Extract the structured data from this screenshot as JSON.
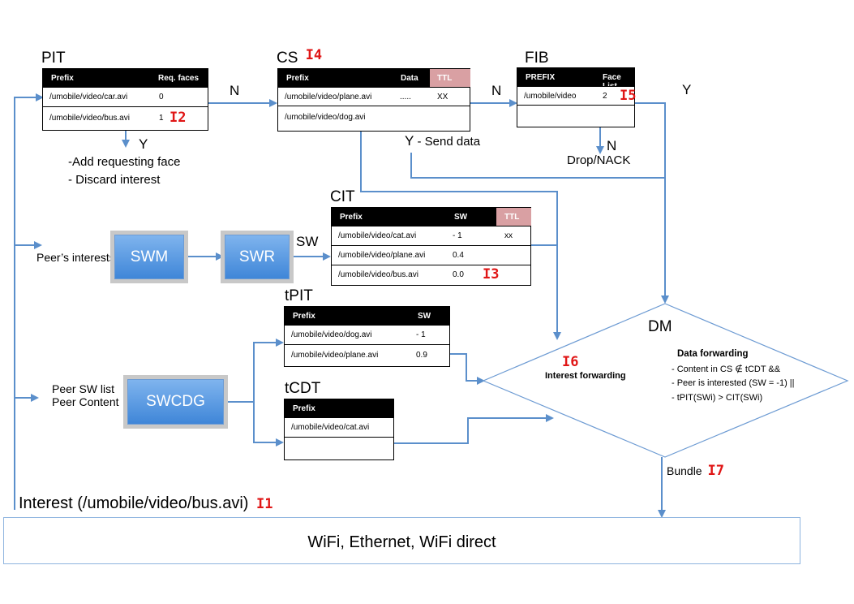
{
  "pit": {
    "title": "PIT",
    "headers": [
      "Prefix",
      "Req. faces"
    ],
    "rows": [
      {
        "prefix": "/umobile/video/car.avi",
        "value": "0"
      },
      {
        "prefix": "/umobile/video/bus.avi",
        "value": "1"
      }
    ],
    "tag": "I2",
    "decision_yes": "Y",
    "decision_no": "N",
    "actions": [
      "-Add requesting face",
      "- Discard interest"
    ]
  },
  "cs": {
    "title": "CS",
    "tag": "I4",
    "headers": [
      "Prefix",
      "Data",
      "TTL"
    ],
    "rows": [
      {
        "prefix": "/umobile/video/plane.avi",
        "data": ".....",
        "ttl": "XX"
      },
      {
        "prefix": "/umobile/video/dog.avi",
        "data": "",
        "ttl": ""
      }
    ],
    "decision_no": "N",
    "decision_yes": "Y",
    "send_data": " - Send data"
  },
  "fib": {
    "title": "FIB",
    "headers": [
      "PREFIX",
      "Face List"
    ],
    "rows": [
      {
        "prefix": "/umobile/video",
        "value": "2"
      }
    ],
    "tag": "I5",
    "decision_yes": "Y",
    "decision_no": "N",
    "drop": "Drop/NACK"
  },
  "cit": {
    "title": "CIT",
    "headers": [
      "Prefix",
      "SW",
      "TTL"
    ],
    "rows": [
      {
        "prefix": "/umobile/video/cat.avi",
        "sw": "- 1",
        "ttl": "xx"
      },
      {
        "prefix": "/umobile/video/plane.avi",
        "sw": "0.4",
        "ttl": ""
      },
      {
        "prefix": "/umobile/video/bus.avi",
        "sw": "0.0",
        "ttl": ""
      }
    ],
    "tag": "I3"
  },
  "tpit": {
    "title": "tPIT",
    "headers": [
      "Prefix",
      "SW"
    ],
    "rows": [
      {
        "prefix": "/umobile/video/dog.avi",
        "sw": "- 1"
      },
      {
        "prefix": "/umobile/video/plane.avi",
        "sw": "0.9"
      }
    ]
  },
  "tcdt": {
    "title": "tCDT",
    "headers": [
      "Prefix"
    ],
    "rows": [
      {
        "prefix": "/umobile/video/cat.avi"
      },
      {
        "prefix": ""
      }
    ]
  },
  "modules": {
    "swm": "SWM",
    "swr": "SWR",
    "swcdg": "SWCDG",
    "sw_label": "SW",
    "peers_interests": "Peer’s interests",
    "peer_sw_list": "Peer SW list",
    "peer_content": "Peer Content"
  },
  "dm": {
    "title": "DM",
    "tag": "I6",
    "interest_forwarding": "Interest forwarding",
    "data_forwarding": "Data forwarding",
    "conditions": [
      "- Content in CS ∉ tCDT &&",
      "- Peer is interested (SW = -1) ||",
      "- tPIT(SWi) > CIT(SWi)"
    ],
    "bundle": "Bundle",
    "bundle_tag": "I7"
  },
  "interest": {
    "label": "Interest (/umobile/video/bus.avi)",
    "tag": "I1"
  },
  "network": {
    "label": "WiFi, Ethernet, WiFi direct"
  },
  "colors": {
    "arrow": "#5b8fcb",
    "tag_red": "#e01616",
    "ttl_header": "#d9a0a3",
    "module_blue": "#4a8fdc"
  }
}
